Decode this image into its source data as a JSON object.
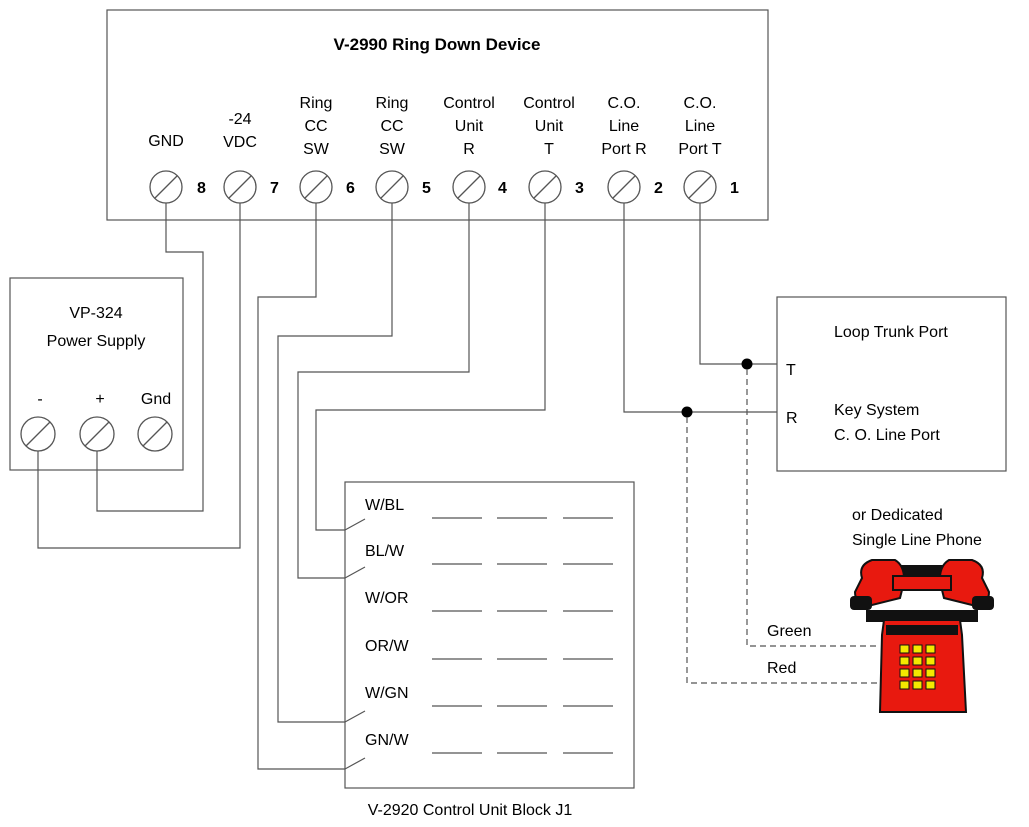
{
  "device": {
    "title": "V-2990 Ring Down Device",
    "terminals": [
      {
        "num": "1",
        "label": [
          "C.O.",
          "Line",
          "Port T"
        ]
      },
      {
        "num": "2",
        "label": [
          "C.O.",
          "Line",
          "Port R"
        ]
      },
      {
        "num": "3",
        "label": [
          "Control",
          "Unit",
          "T"
        ]
      },
      {
        "num": "4",
        "label": [
          "Control",
          "Unit",
          "R"
        ]
      },
      {
        "num": "5",
        "label": [
          "Ring",
          "CC",
          "SW"
        ]
      },
      {
        "num": "6",
        "label": [
          "Ring",
          "CC",
          "SW"
        ]
      },
      {
        "num": "7",
        "label": [
          "-24",
          "VDC"
        ]
      },
      {
        "num": "8",
        "label": [
          "GND"
        ]
      }
    ]
  },
  "power_supply": {
    "title_line1": "VP-324",
    "title_line2": "Power Supply",
    "terminals": [
      "-",
      "+",
      "Gnd"
    ]
  },
  "control_block": {
    "caption": "V-2920 Control Unit Block J1",
    "rows": [
      "W/BL",
      "BL/W",
      "W/OR",
      "OR/W",
      "W/GN",
      "GN/W"
    ]
  },
  "key_system": {
    "loop_trunk_port": "Loop Trunk Port",
    "t_label": "T",
    "r_label": "R",
    "key_line1": "Key System",
    "key_line2": "C. O. Line Port"
  },
  "phone": {
    "line1": "or Dedicated",
    "line2": "Single Line Phone",
    "green_wire": "Green",
    "red_wire": "Red",
    "body_color": "#e8190f",
    "keypad_color": "#f4e800"
  }
}
